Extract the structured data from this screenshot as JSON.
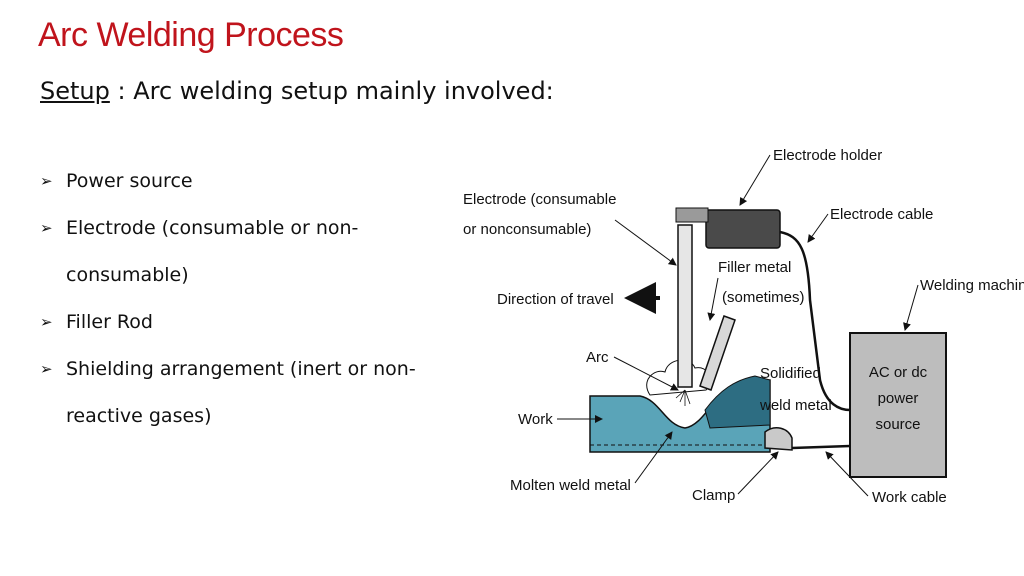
{
  "title": "Arc Welding Process",
  "subtitle": {
    "underlined": "Setup",
    "rest": " : Arc welding setup mainly involved:"
  },
  "bullets": [
    "Power source",
    "Electrode (consumable or non-consumable)",
    "Filler Rod",
    "Shielding arrangement  (inert or non-reactive gases)"
  ],
  "diagram": {
    "labels": {
      "electrode_holder": "Electrode holder",
      "electrode_line1": "Electrode (consumable",
      "electrode_line2": "or nonconsumable)",
      "electrode_cable": "Electrode cable",
      "filler_line1": "Filler metal",
      "filler_line2": "(sometimes)",
      "welding_machine": "Welding machin",
      "direction": "Direction of travel",
      "arc": "Arc",
      "solidified_line1": "Solidified",
      "solidified_line2": "weld metal",
      "work": "Work",
      "molten": "Molten weld metal",
      "clamp": "Clamp",
      "work_cable": "Work cable",
      "machine_line1": "AC or dc",
      "machine_line2": "power",
      "machine_line3": "source"
    },
    "colors": {
      "work_piece": "#5aa4b8",
      "weld_bead": "#2d6d82",
      "machine": "#bdbdbd"
    }
  }
}
